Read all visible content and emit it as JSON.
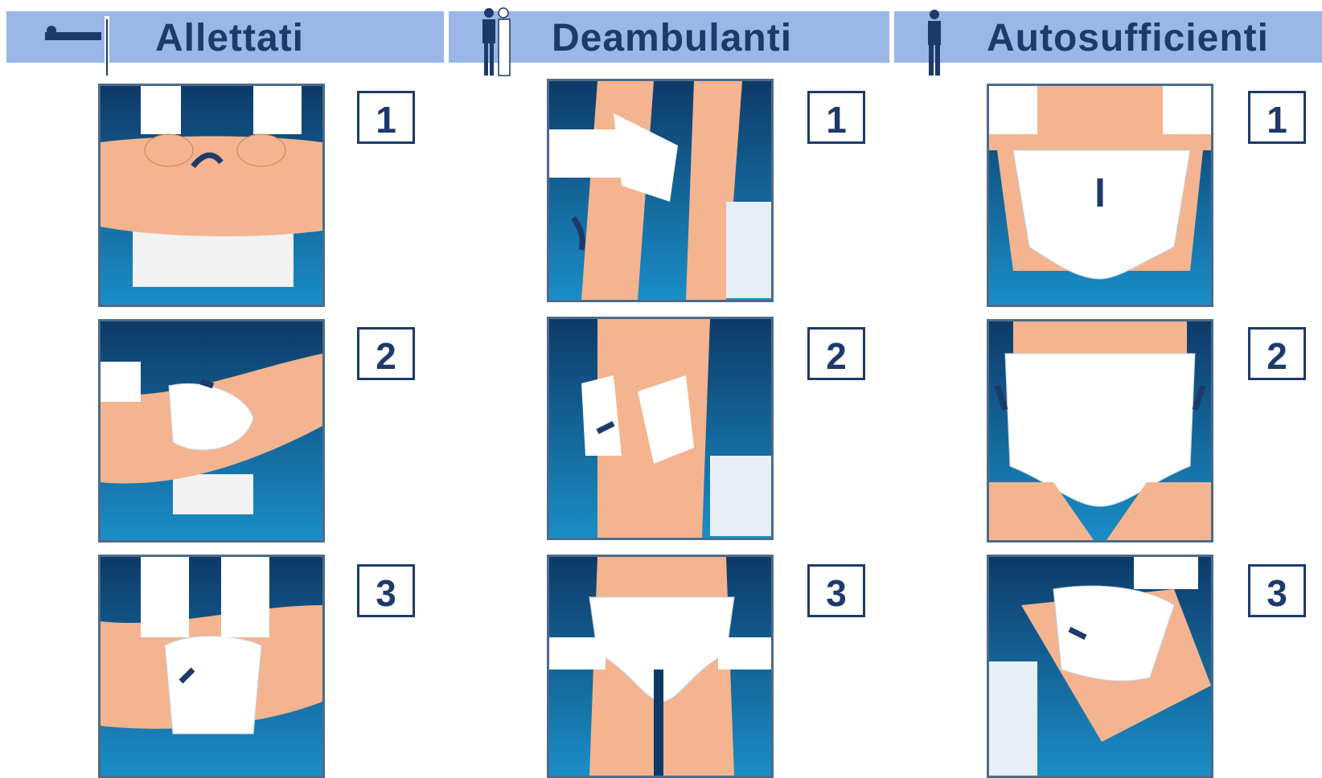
{
  "columns": [
    {
      "title": "Allettati",
      "icon": "bedridden-person-icon",
      "steps": [
        "1",
        "2",
        "3"
      ]
    },
    {
      "title": "Deambulanti",
      "icon": "assisted-walking-person-icon",
      "steps": [
        "1",
        "2",
        "3"
      ]
    },
    {
      "title": "Autosufficienti",
      "icon": "standing-person-icon",
      "steps": [
        "1",
        "2",
        "3"
      ]
    }
  ],
  "colors": {
    "header_band": "#9bb7e8",
    "header_text": "#1d3a6a",
    "panel_dark": "#0e3a68",
    "panel_light": "#1a8ec7",
    "skin": "#f4b48f",
    "diaper": "#ffffff"
  }
}
